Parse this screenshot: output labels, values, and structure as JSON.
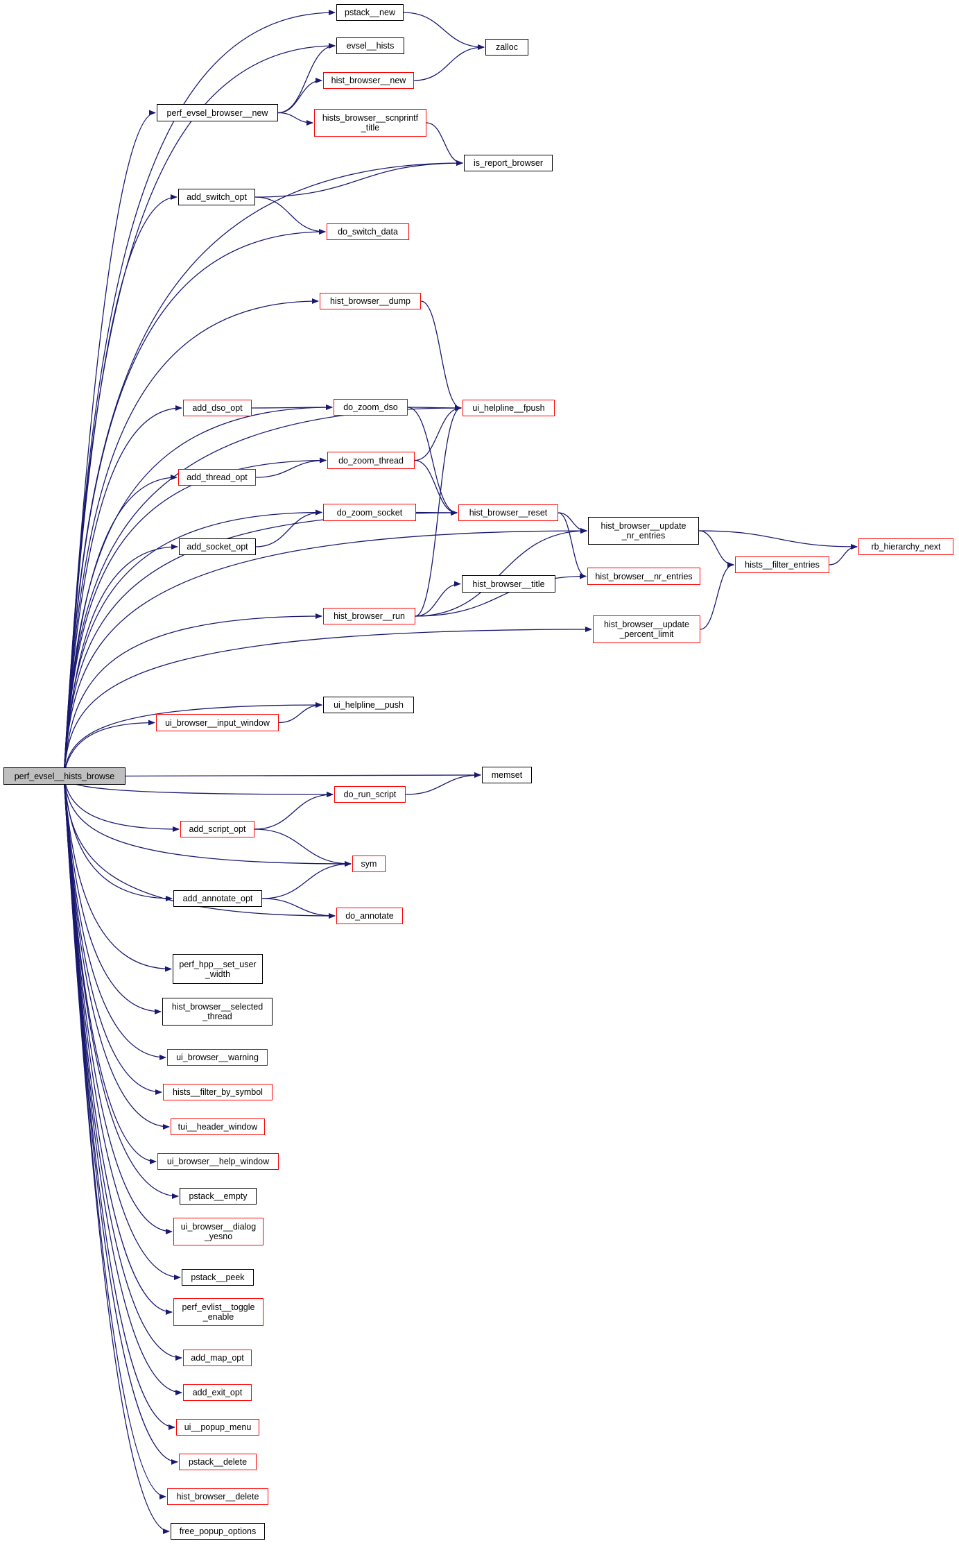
{
  "colors": {
    "edge": "#191970",
    "border_documented": "#000000",
    "border_undocumented": "#ff0000",
    "root_fill": "#bfbfbf"
  },
  "root": "perf_evsel__hists_browse",
  "nodes": [
    {
      "id": "root",
      "label": "perf_evsel__hists_browse",
      "border": "black",
      "root": true
    },
    {
      "id": "pstack_new",
      "label": "pstack__new",
      "border": "black"
    },
    {
      "id": "evsel_hists",
      "label": "evsel__hists",
      "border": "black"
    },
    {
      "id": "zalloc",
      "label": "zalloc",
      "border": "black"
    },
    {
      "id": "hist_browser_new",
      "label": "hist_browser__new",
      "border": "red"
    },
    {
      "id": "perf_evsel_browser_new",
      "label": "perf_evsel_browser__new",
      "border": "black"
    },
    {
      "id": "hists_browser_scnprintf_title",
      "label": "hists_browser__scnprintf\n_title",
      "border": "red"
    },
    {
      "id": "is_report_browser",
      "label": "is_report_browser",
      "border": "black"
    },
    {
      "id": "add_switch_opt",
      "label": "add_switch_opt",
      "border": "black"
    },
    {
      "id": "do_switch_data",
      "label": "do_switch_data",
      "border": "red"
    },
    {
      "id": "hist_browser_dump",
      "label": "hist_browser__dump",
      "border": "red"
    },
    {
      "id": "add_dso_opt",
      "label": "add_dso_opt",
      "border": "red"
    },
    {
      "id": "do_zoom_dso",
      "label": "do_zoom_dso",
      "border": "red"
    },
    {
      "id": "ui_helpline_fpush",
      "label": "ui_helpline__fpush",
      "border": "red"
    },
    {
      "id": "add_thread_opt",
      "label": "add_thread_opt",
      "border": "red"
    },
    {
      "id": "do_zoom_thread",
      "label": "do_zoom_thread",
      "border": "red"
    },
    {
      "id": "add_socket_opt",
      "label": "add_socket_opt",
      "border": "black"
    },
    {
      "id": "do_zoom_socket",
      "label": "do_zoom_socket",
      "border": "red"
    },
    {
      "id": "hist_browser_reset",
      "label": "hist_browser__reset",
      "border": "red"
    },
    {
      "id": "hist_browser_update_nr_entries",
      "label": "hist_browser__update\n_nr_entries",
      "border": "black"
    },
    {
      "id": "rb_hierarchy_next",
      "label": "rb_hierarchy_next",
      "border": "red"
    },
    {
      "id": "hists_filter_entries",
      "label": "hists__filter_entries",
      "border": "red"
    },
    {
      "id": "hist_browser_nr_entries",
      "label": "hist_browser__nr_entries",
      "border": "red"
    },
    {
      "id": "hist_browser_title",
      "label": "hist_browser__title",
      "border": "black"
    },
    {
      "id": "hist_browser_run",
      "label": "hist_browser__run",
      "border": "red"
    },
    {
      "id": "hist_browser_update_percent_limit",
      "label": "hist_browser__update\n_percent_limit",
      "border": "red"
    },
    {
      "id": "ui_helpline_push",
      "label": "ui_helpline__push",
      "border": "black"
    },
    {
      "id": "ui_browser_input_window",
      "label": "ui_browser__input_window",
      "border": "red"
    },
    {
      "id": "memset",
      "label": "memset",
      "border": "black"
    },
    {
      "id": "do_run_script",
      "label": "do_run_script",
      "border": "red"
    },
    {
      "id": "add_script_opt",
      "label": "add_script_opt",
      "border": "red"
    },
    {
      "id": "sym",
      "label": "sym",
      "border": "red"
    },
    {
      "id": "add_annotate_opt",
      "label": "add_annotate_opt",
      "border": "black"
    },
    {
      "id": "do_annotate",
      "label": "do_annotate",
      "border": "red"
    },
    {
      "id": "perf_hpp_set_user_width",
      "label": "perf_hpp__set_user\n_width",
      "border": "black"
    },
    {
      "id": "hist_browser_selected_thread",
      "label": "hist_browser__selected\n_thread",
      "border": "black"
    },
    {
      "id": "ui_browser_warning",
      "label": "ui_browser__warning",
      "border": "red"
    },
    {
      "id": "hists_filter_by_symbol",
      "label": "hists__filter_by_symbol",
      "border": "red"
    },
    {
      "id": "tui_header_window",
      "label": "tui__header_window",
      "border": "red"
    },
    {
      "id": "ui_browser_help_window",
      "label": "ui_browser__help_window",
      "border": "red"
    },
    {
      "id": "pstack_empty",
      "label": "pstack__empty",
      "border": "black"
    },
    {
      "id": "ui_browser_dialog_yesno",
      "label": "ui_browser__dialog\n_yesno",
      "border": "red"
    },
    {
      "id": "pstack_peek",
      "label": "pstack__peek",
      "border": "black"
    },
    {
      "id": "perf_evlist_toggle_enable",
      "label": "perf_evlist__toggle\n_enable",
      "border": "red"
    },
    {
      "id": "add_map_opt",
      "label": "add_map_opt",
      "border": "red"
    },
    {
      "id": "add_exit_opt",
      "label": "add_exit_opt",
      "border": "red"
    },
    {
      "id": "ui_popup_menu",
      "label": "ui__popup_menu",
      "border": "red"
    },
    {
      "id": "pstack_delete",
      "label": "pstack__delete",
      "border": "red"
    },
    {
      "id": "hist_browser_delete",
      "label": "hist_browser__delete",
      "border": "red"
    },
    {
      "id": "free_popup_options",
      "label": "free_popup_options",
      "border": "black"
    }
  ],
  "edges": [
    [
      "root",
      "pstack_new"
    ],
    [
      "root",
      "evsel_hists"
    ],
    [
      "root",
      "perf_evsel_browser_new"
    ],
    [
      "root",
      "is_report_browser"
    ],
    [
      "root",
      "add_switch_opt"
    ],
    [
      "root",
      "do_switch_data"
    ],
    [
      "root",
      "hist_browser_update_nr_entries"
    ],
    [
      "root",
      "hist_browser_dump"
    ],
    [
      "root",
      "ui_helpline_fpush"
    ],
    [
      "root",
      "do_zoom_dso"
    ],
    [
      "root",
      "add_dso_opt"
    ],
    [
      "root",
      "do_zoom_thread"
    ],
    [
      "root",
      "add_thread_opt"
    ],
    [
      "root",
      "do_zoom_socket"
    ],
    [
      "root",
      "add_socket_opt"
    ],
    [
      "root",
      "hist_browser_reset"
    ],
    [
      "root",
      "hist_browser_run"
    ],
    [
      "root",
      "hist_browser_update_percent_limit"
    ],
    [
      "root",
      "ui_helpline_push"
    ],
    [
      "root",
      "ui_browser_input_window"
    ],
    [
      "root",
      "memset"
    ],
    [
      "root",
      "do_run_script"
    ],
    [
      "root",
      "add_script_opt"
    ],
    [
      "root",
      "sym"
    ],
    [
      "root",
      "add_annotate_opt"
    ],
    [
      "root",
      "do_annotate"
    ],
    [
      "root",
      "perf_hpp_set_user_width"
    ],
    [
      "root",
      "hist_browser_selected_thread"
    ],
    [
      "root",
      "ui_browser_warning"
    ],
    [
      "root",
      "hists_filter_by_symbol"
    ],
    [
      "root",
      "tui_header_window"
    ],
    [
      "root",
      "ui_browser_help_window"
    ],
    [
      "root",
      "pstack_empty"
    ],
    [
      "root",
      "ui_browser_dialog_yesno"
    ],
    [
      "root",
      "pstack_peek"
    ],
    [
      "root",
      "perf_evlist_toggle_enable"
    ],
    [
      "root",
      "add_map_opt"
    ],
    [
      "root",
      "add_exit_opt"
    ],
    [
      "root",
      "ui_popup_menu"
    ],
    [
      "root",
      "pstack_delete"
    ],
    [
      "root",
      "hist_browser_delete"
    ],
    [
      "root",
      "free_popup_options"
    ],
    [
      "pstack_new",
      "zalloc"
    ],
    [
      "hist_browser_new",
      "zalloc"
    ],
    [
      "perf_evsel_browser_new",
      "evsel_hists"
    ],
    [
      "perf_evsel_browser_new",
      "hist_browser_new"
    ],
    [
      "perf_evsel_browser_new",
      "hists_browser_scnprintf_title"
    ],
    [
      "hists_browser_scnprintf_title",
      "is_report_browser"
    ],
    [
      "add_switch_opt",
      "is_report_browser"
    ],
    [
      "add_switch_opt",
      "do_switch_data"
    ],
    [
      "hist_browser_dump",
      "ui_helpline_fpush"
    ],
    [
      "add_dso_opt",
      "do_zoom_dso"
    ],
    [
      "do_zoom_dso",
      "ui_helpline_fpush"
    ],
    [
      "do_zoom_dso",
      "hist_browser_reset"
    ],
    [
      "add_thread_opt",
      "do_zoom_thread"
    ],
    [
      "do_zoom_thread",
      "ui_helpline_fpush"
    ],
    [
      "do_zoom_thread",
      "hist_browser_reset"
    ],
    [
      "add_socket_opt",
      "do_zoom_socket"
    ],
    [
      "do_zoom_socket",
      "hist_browser_reset"
    ],
    [
      "hist_browser_reset",
      "hist_browser_update_nr_entries"
    ],
    [
      "hist_browser_reset",
      "hist_browser_nr_entries"
    ],
    [
      "hist_browser_update_nr_entries",
      "rb_hierarchy_next"
    ],
    [
      "hist_browser_update_nr_entries",
      "hists_filter_entries"
    ],
    [
      "hists_filter_entries",
      "rb_hierarchy_next"
    ],
    [
      "hist_browser_run",
      "ui_helpline_fpush"
    ],
    [
      "hist_browser_run",
      "hist_browser_update_nr_entries"
    ],
    [
      "hist_browser_run",
      "hist_browser_title"
    ],
    [
      "hist_browser_run",
      "hist_browser_nr_entries"
    ],
    [
      "hist_browser_update_percent_limit",
      "hists_filter_entries"
    ],
    [
      "ui_browser_input_window",
      "ui_helpline_push"
    ],
    [
      "do_run_script",
      "memset"
    ],
    [
      "add_script_opt",
      "do_run_script"
    ],
    [
      "add_script_opt",
      "sym"
    ],
    [
      "add_annotate_opt",
      "sym"
    ],
    [
      "add_annotate_opt",
      "do_annotate"
    ]
  ]
}
